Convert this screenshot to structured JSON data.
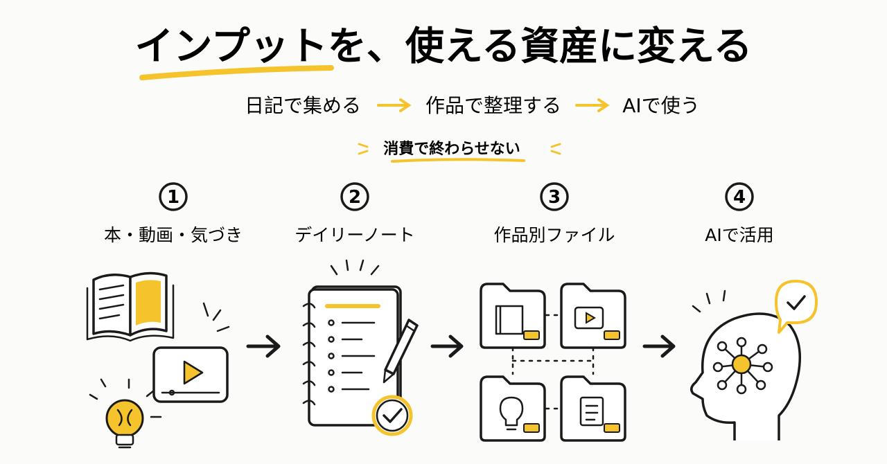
{
  "colors": {
    "accent": "#f5c32c",
    "ink": "#1a1a1a",
    "background": "#fbfbf9"
  },
  "title": "インプットを、使える資産に変える",
  "flow": {
    "step1": "日記で集める",
    "step2": "作品で整理する",
    "step3": "AIで使う",
    "arrow_glyph": "⟶"
  },
  "tagline": {
    "text": "消費で終わらせない",
    "left_mark": "〈",
    "right_mark": "〉"
  },
  "steps": [
    {
      "number": "1",
      "label": "本・動画・気づき",
      "icons": [
        "book-icon",
        "video-player-icon",
        "lightbulb-icon"
      ]
    },
    {
      "number": "2",
      "label": "デイリーノート",
      "icons": [
        "notebook-icon",
        "pencil-icon",
        "check-badge-icon"
      ]
    },
    {
      "number": "3",
      "label": "作品別ファイル",
      "icons": [
        "book-folder-icon",
        "video-folder-icon",
        "lightbulb-folder-icon",
        "document-folder-icon"
      ]
    },
    {
      "number": "4",
      "label": "AIで活用",
      "icons": [
        "ai-head-icon",
        "neural-network-icon",
        "check-speech-bubble-icon"
      ]
    }
  ]
}
